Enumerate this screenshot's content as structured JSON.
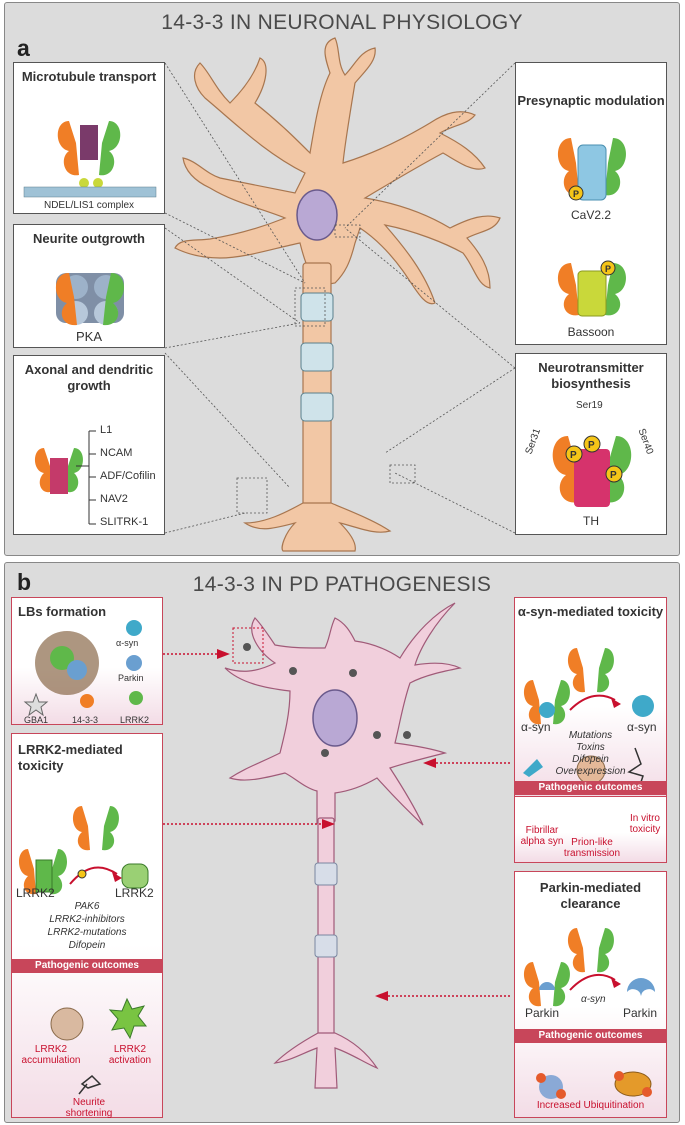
{
  "panel_a": {
    "title": "14-3-3 IN NEURONAL PHYSIOLOGY",
    "letter": "a",
    "microtubule": {
      "title": "Microtubule transport",
      "label": "NDEL/LIS1 complex"
    },
    "neurite": {
      "title": "Neurite outgrowth",
      "label": "PKA"
    },
    "axonal": {
      "title": "Axonal and dendritic growth",
      "targets": [
        "L1",
        "NCAM",
        "ADF/Cofilin",
        "NAV2",
        "SLITRK-1"
      ]
    },
    "presynaptic": {
      "title": "Presynaptic modulation",
      "label1": "CaV2.2",
      "label2": "Bassoon"
    },
    "neurotransmitter": {
      "title": "Neurotransmitter biosynthesis",
      "ser19": "Ser19",
      "ser31": "Ser31",
      "ser40": "Ser40",
      "label": "TH"
    }
  },
  "panel_b": {
    "title": "14-3-3 IN PD PATHOGENESIS",
    "letter": "b",
    "lbs": {
      "title": "LBs formation",
      "legend": [
        "α-syn",
        "Parkin",
        "GBA1",
        "14-3-3",
        "LRRK2"
      ]
    },
    "lrrk2": {
      "title": "LRRK2-mediated toxicity",
      "left": "LRRK2",
      "right": "LRRK2",
      "conditions": [
        "PAK6",
        "LRRK2-inhibitors",
        "LRRK2-mutations",
        "Difopein"
      ],
      "outcomes_label": "Pathogenic outcomes",
      "outcomes": [
        "LRRK2 accumulation",
        "LRRK2 activation",
        "Neurite shortening"
      ]
    },
    "asyn": {
      "title": "α-syn-mediated toxicity",
      "left": "α-syn",
      "right": "α-syn",
      "conditions": [
        "Mutations",
        "Toxins",
        "Difopein",
        "Overexpression"
      ],
      "outcomes_label": "Pathogenic outcomes",
      "outcomes": [
        "Fibrillar alpha syn",
        "Prion-like transmission",
        "In vitro toxicity"
      ]
    },
    "parkin": {
      "title": "Parkin-mediated clearance",
      "left": "Parkin",
      "right": "Parkin",
      "condition": "α-syn",
      "outcomes_label": "Pathogenic outcomes",
      "outcomes": [
        "Increased Ubiquitination"
      ]
    }
  },
  "colors": {
    "orange": "#f07e26",
    "green": "#5fb84a",
    "neuron_a": "#f2c7a5",
    "neuron_b": "#f1cfdc",
    "accent_red": "#c8102e"
  }
}
